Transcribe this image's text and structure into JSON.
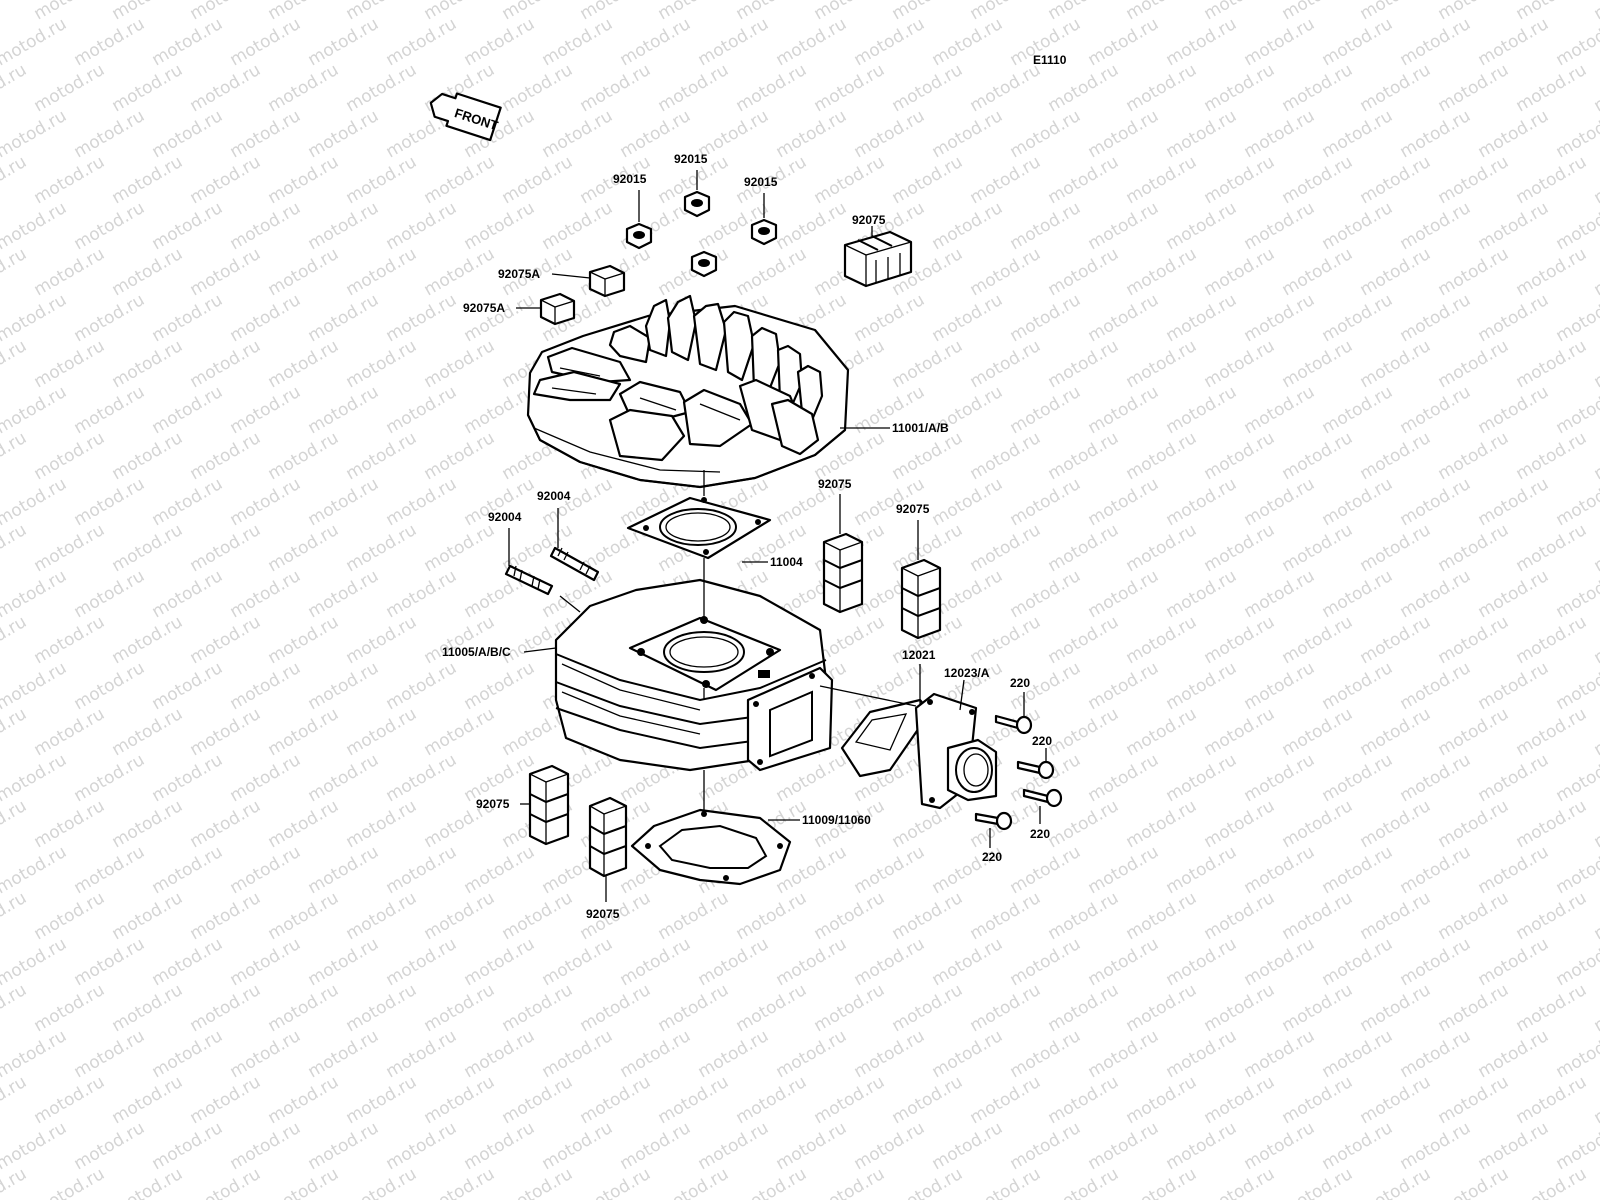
{
  "diagram": {
    "code": "E1110",
    "front_arrow": "FRONT",
    "watermark": "motod.ru",
    "labels": {
      "nut_top": "92015",
      "nut_left": "92015",
      "nut_right": "92015",
      "damper_a1": "92075A",
      "damper_a2": "92075A",
      "damper_top_right": "92075",
      "head": "11001/A/B",
      "stud_1": "92004",
      "stud_2": "92004",
      "head_gasket": "11004",
      "damper_mid_1": "92075",
      "damper_mid_2": "92075",
      "cylinder": "11005/A/B/C",
      "reed_gasket": "12021",
      "reed_valve": "12023/A",
      "screw_1": "220",
      "screw_2": "220",
      "screw_3": "220",
      "screw_4": "220",
      "base_gasket": "11009/11060",
      "damper_low_1": "92075",
      "damper_low_2": "92075"
    }
  }
}
